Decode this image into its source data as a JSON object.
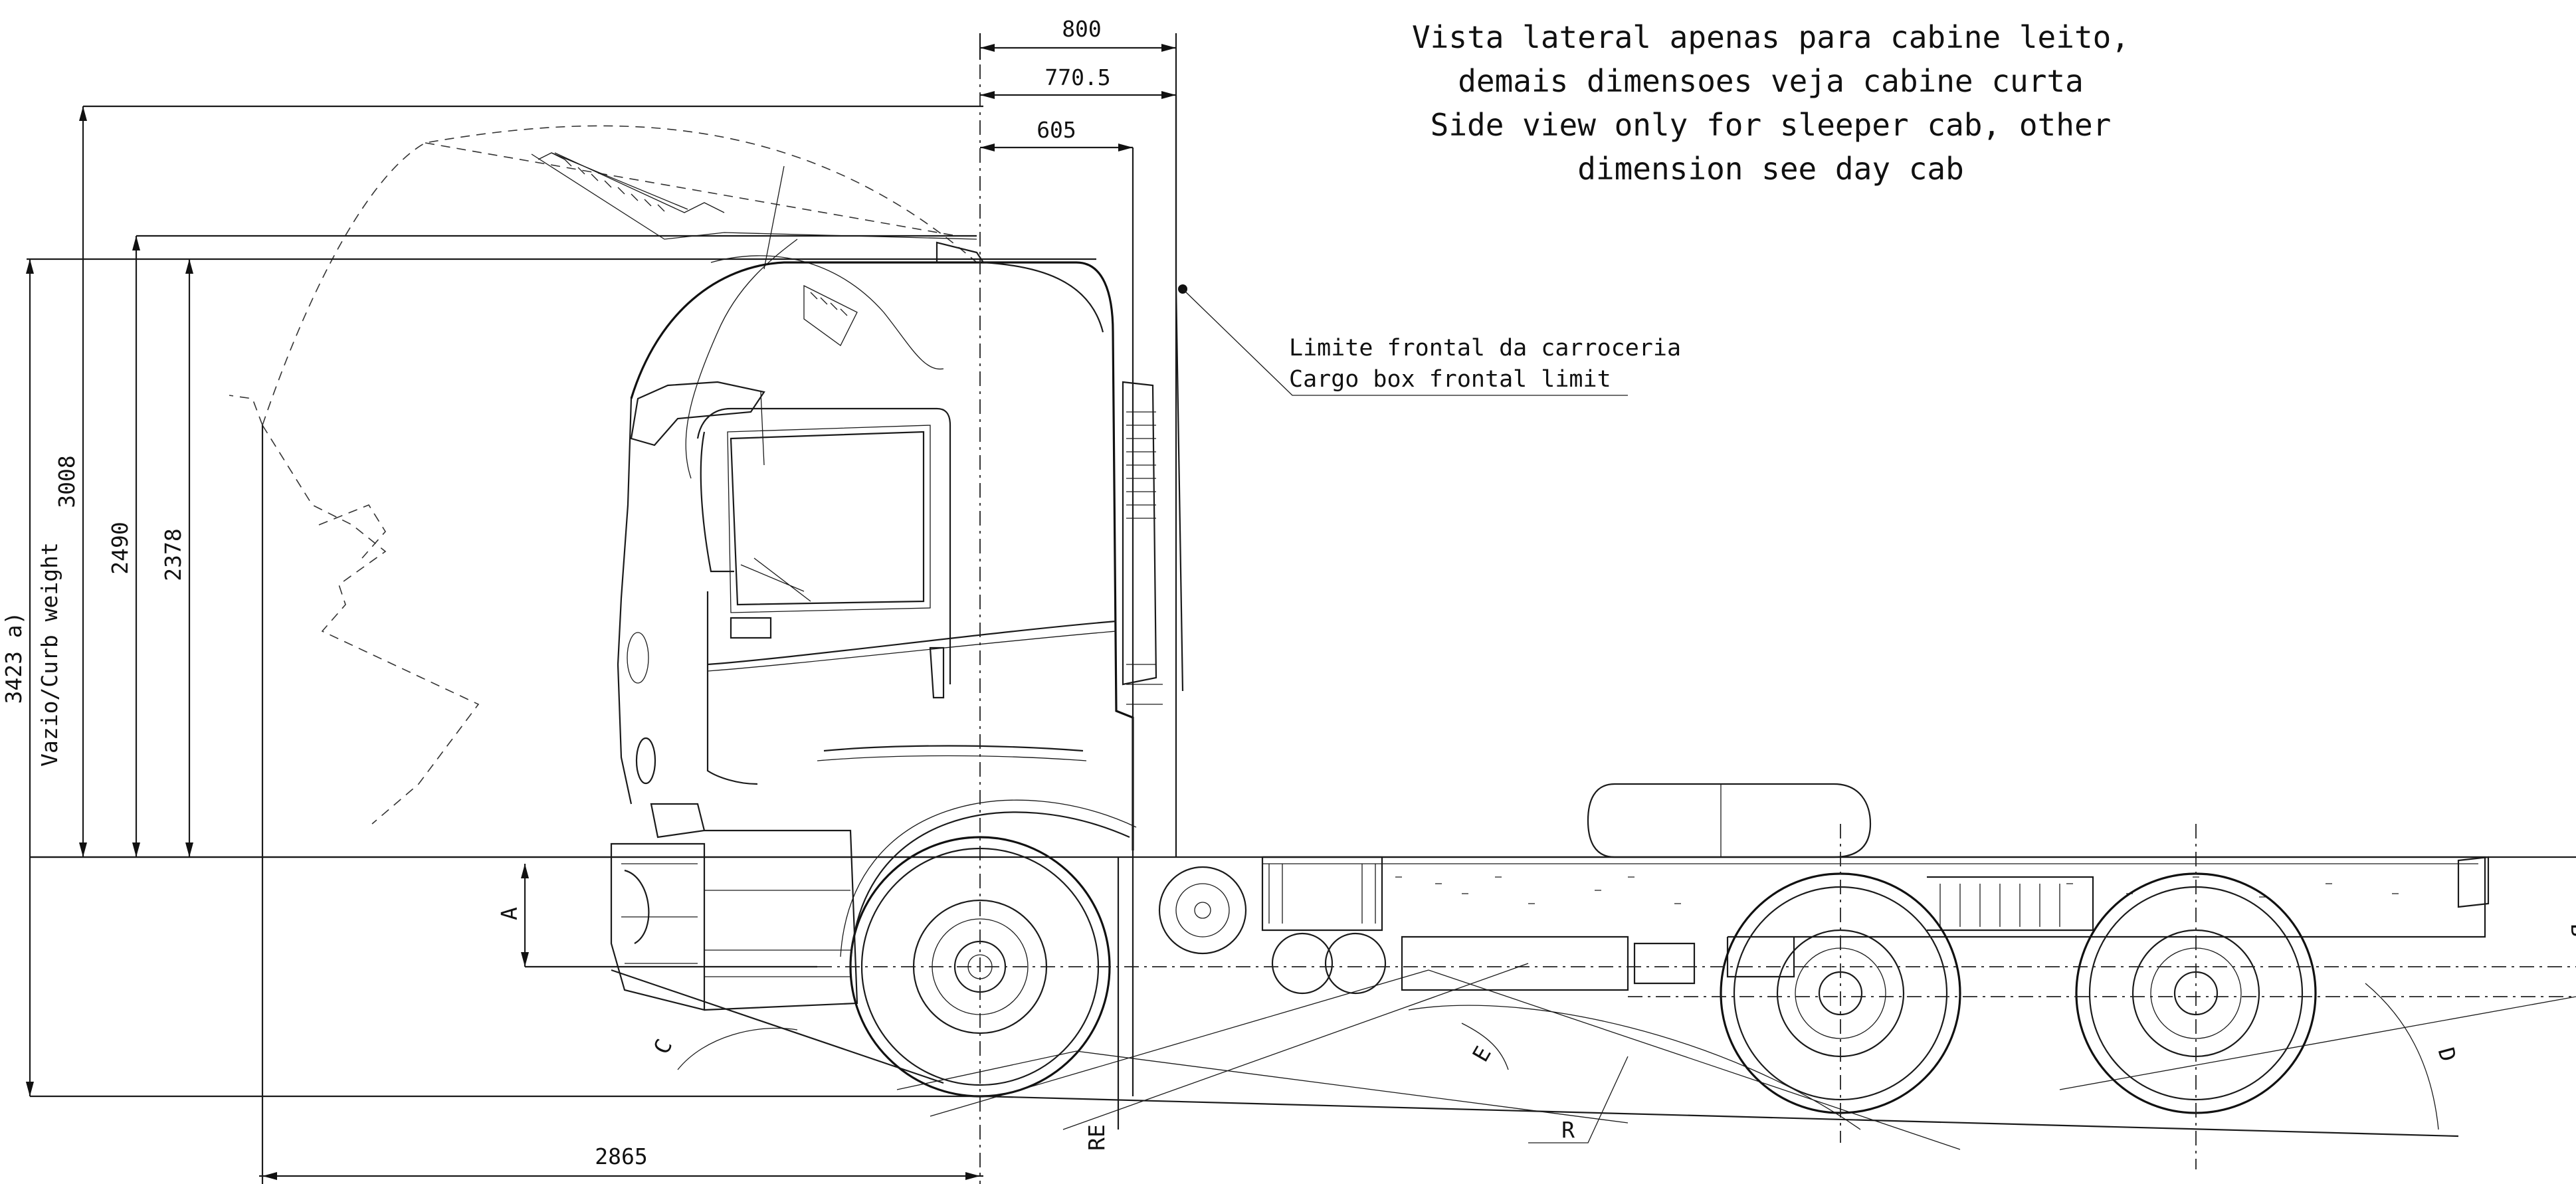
{
  "notes": {
    "view_line1": "Vista lateral apenas para cabine leito,",
    "view_line2": "demais dimensoes veja cabine curta",
    "view_line3": "Side view only for sleeper cab, other",
    "view_line4": "dimension see day cab",
    "limit_pt": "Limite frontal da carroceria",
    "limit_en": "Cargo box frontal limit"
  },
  "dimensions": {
    "top_800": "800",
    "top_770": "770.5",
    "top_605": "605",
    "height_3008": "3008",
    "height_2490": "2490",
    "height_2378": "2378",
    "height_3423": "3423 a)",
    "curb_weight": "Vazio/Curb weight",
    "length_2865": "2865",
    "label_A": "A",
    "label_B": "B",
    "label_C": "C",
    "label_D": "D",
    "label_E": "E",
    "label_R": "R",
    "label_RE": "RE"
  },
  "colors": {
    "line": "#1a1a1a",
    "background": "#ffffff"
  }
}
